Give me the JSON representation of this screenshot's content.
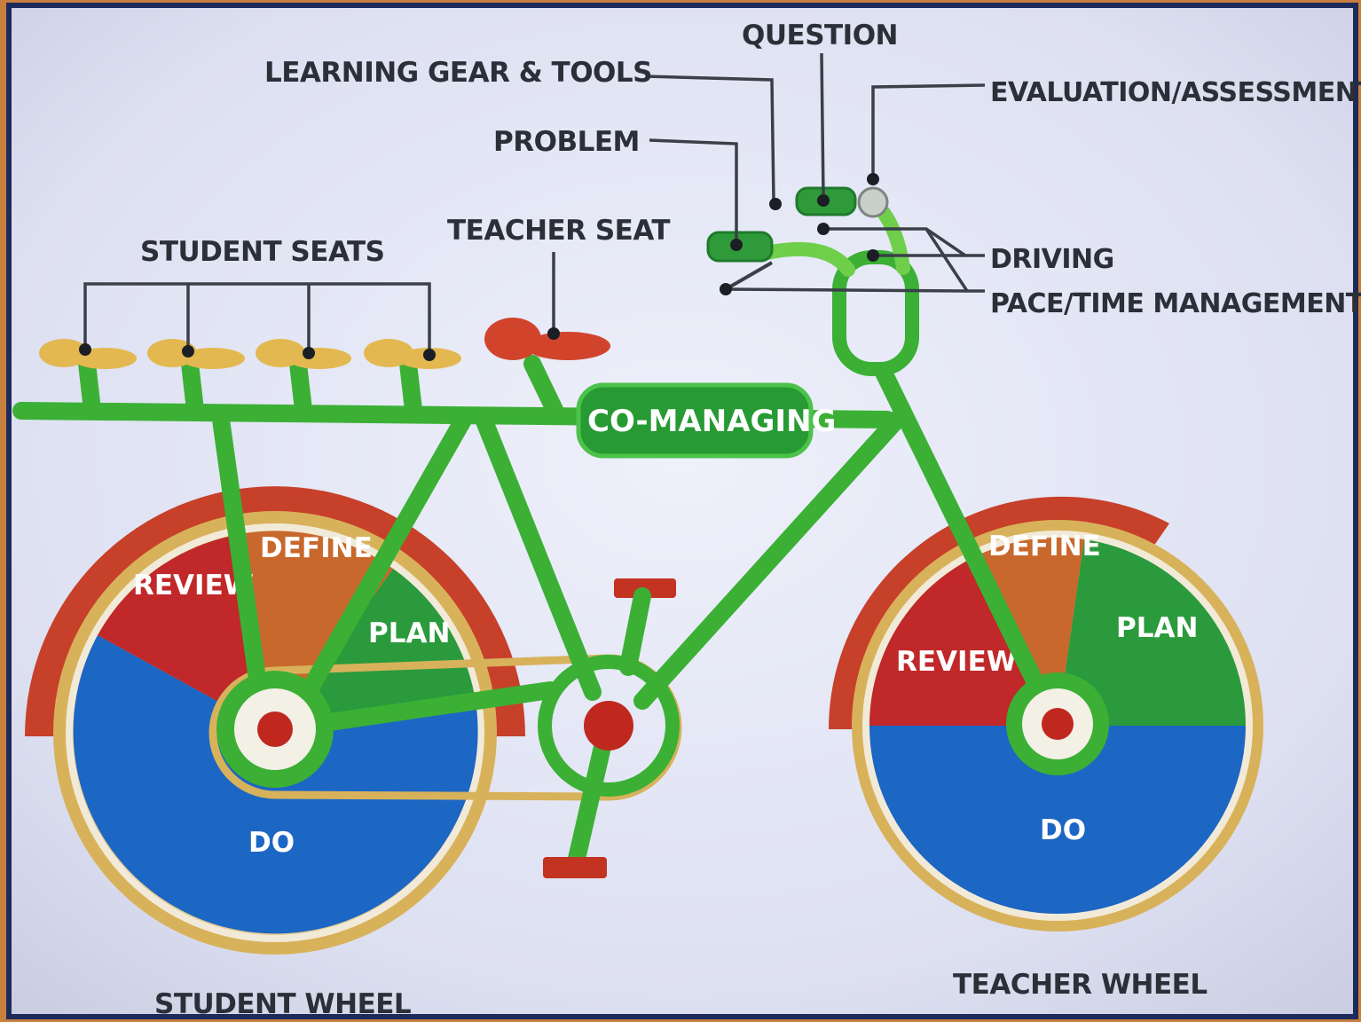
{
  "title": "",
  "labels": {
    "question": "QUESTION",
    "learning_gear_tools": "LEARNING GEAR & TOOLS",
    "evaluation_assessment": "EVALUATION/ASSESSMENT",
    "problem": "PROBLEM",
    "teacher_seat": "TEACHER SEAT",
    "student_seats": "STUDENT SEATS",
    "driving": "DRIVING",
    "pace_time_management": "PACE/TIME MANAGEMENT",
    "co_managing": "CO-MANAGING",
    "student_wheel": "STUDENT WHEEL",
    "teacher_wheel": "TEACHER WHEEL"
  },
  "wheels": {
    "student": {
      "segments": [
        {
          "key": "define",
          "label": "DEFINE",
          "color": "#c8682c"
        },
        {
          "key": "plan",
          "label": "PLAN",
          "color": "#2a9a3c"
        },
        {
          "key": "do",
          "label": "DO",
          "color": "#1c66c4"
        },
        {
          "key": "review",
          "label": "REVIEW",
          "color": "#c0282a"
        }
      ]
    },
    "teacher": {
      "segments": [
        {
          "key": "define",
          "label": "DEFINE",
          "color": "#c8682c"
        },
        {
          "key": "plan",
          "label": "PLAN",
          "color": "#2a9a3c"
        },
        {
          "key": "do",
          "label": "DO",
          "color": "#1c66c4"
        },
        {
          "key": "review",
          "label": "REVIEW",
          "color": "#c0282a"
        }
      ]
    }
  },
  "colors": {
    "frame": "#3bb035",
    "fender": "#c7402a",
    "rim": "#d8b25a",
    "student_seat": "#e3b850",
    "teacher_seat": "#d1442b",
    "grip": "#2f9a3a",
    "background": "#dcdff0"
  }
}
